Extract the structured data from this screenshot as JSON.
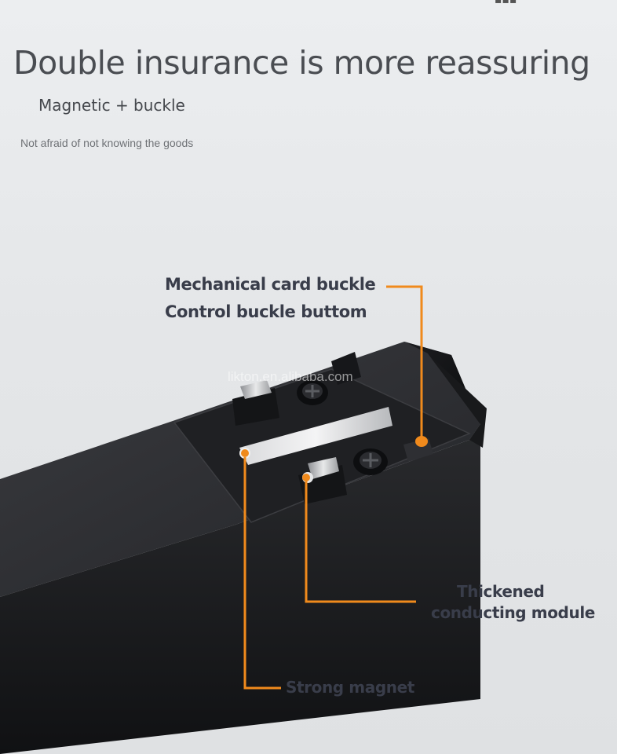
{
  "header": {
    "headline": "Double insurance is more reassuring",
    "subheadline": "Magnetic + buckle",
    "tagline": "Not afraid of not knowing the goods"
  },
  "callouts": {
    "mechanical_line1": "Mechanical card buckle",
    "mechanical_line2": "Control buckle buttom",
    "thickened_line1": "Thickened",
    "thickened_line2": "conducting module",
    "magnet": "Strong magnet"
  },
  "watermark": "likton.en.alibaba.com",
  "colors": {
    "accent": "#f08a1c",
    "text": "#393d4a",
    "background": "#e6e8ea"
  }
}
